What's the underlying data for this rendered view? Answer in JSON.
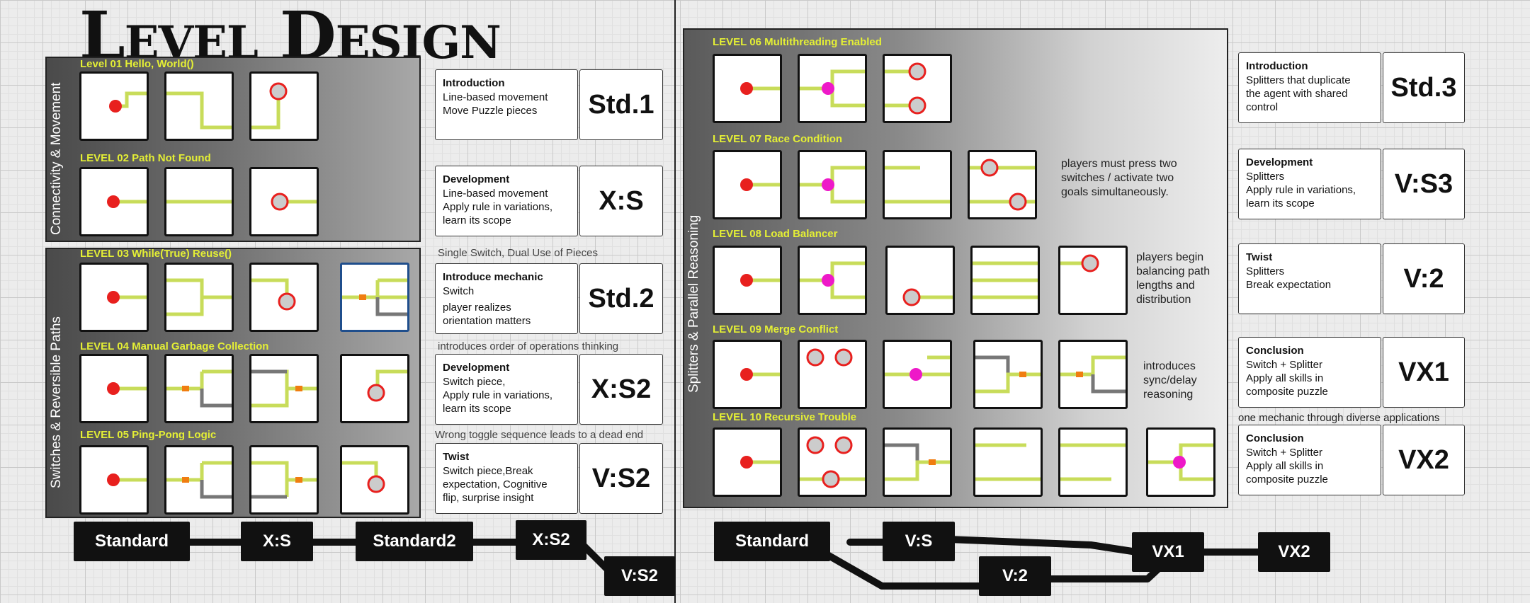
{
  "title": "Level Design",
  "left": {
    "group1": "Connectivity & Movement",
    "group2": "Switches & Reversible Paths",
    "levels": [
      "Level 01 Hello, World()",
      "LEVEL 02 Path Not Found",
      "LEVEL 03  While(True) Reuse()",
      "LEVEL 04 Manual Garbage  Collection",
      "LEVEL 05  Ping-Pong Logic"
    ],
    "notes": [
      "Single Switch, Dual Use of Pieces",
      "introduces order of operations thinking",
      "Wrong toggle sequence leads to a dead end"
    ],
    "desc": [
      {
        "h": "Introduction",
        "t": [
          "Line-based movement",
          "Move Puzzle pieces"
        ],
        "code": "Std.1"
      },
      {
        "h": "Development",
        "t": [
          "Line-based movement",
          "Apply rule in variations,",
          "learn its scope"
        ],
        "code": "X:S"
      },
      {
        "h": "Introduce mechanic",
        "t": [
          "Switch",
          "player realizes",
          "orientation matters"
        ],
        "code": "Std.2"
      },
      {
        "h": "Development",
        "t": [
          "Switch piece,",
          "Apply rule in variations,",
          "learn its scope"
        ],
        "code": "X:S2"
      },
      {
        "h": "Twist",
        "t": [
          "Switch piece,Break",
          "expectation, Cognitive",
          "flip, surprise insight"
        ],
        "code": "V:S2"
      }
    ],
    "flow": [
      "Standard",
      "X:S",
      "Standard2",
      "X:S2",
      "V:S2"
    ]
  },
  "right": {
    "group": "Splitters & Parallel Reasoning",
    "levels": [
      "LEVEL 06 Multithreading Enabled",
      "LEVEL 07  Race Condition",
      "LEVEL 08  Load Balancer",
      "LEVEL 09  Merge Conflict",
      "LEVEL 10  Recursive Trouble"
    ],
    "side": [
      "players must press two switches / activate two goals simultaneously.",
      "players begin balancing path lengths and distribution",
      "introduces sync/delay reasoning"
    ],
    "note": "one mechanic through diverse applications",
    "desc": [
      {
        "h": "Introduction",
        "t": [
          "Splitters that duplicate",
          "the agent with shared",
          "control"
        ],
        "code": "Std.3"
      },
      {
        "h": "Development",
        "t": [
          "Splitters",
          "Apply rule in variations,",
          "learn its scope"
        ],
        "code": "V:S3"
      },
      {
        "h": "Twist",
        "t": [
          "Splitters",
          "Break expectation"
        ],
        "code": "V:2"
      },
      {
        "h": "Conclusion",
        "t": [
          "Switch + Splitter",
          "Apply all skills in",
          "composite puzzle"
        ],
        "code": "VX1"
      },
      {
        "h": "Conclusion",
        "t": [
          "Switch + Splitter",
          "Apply all skills in",
          "composite puzzle"
        ],
        "code": "VX2"
      }
    ],
    "flow": [
      "Standard",
      "V:S",
      "V:2",
      "VX1",
      "VX2"
    ]
  },
  "colors": {
    "path": "#c8dc5a",
    "start": "#e8201e",
    "goal": "#e8201e",
    "agent": "#ee19c8",
    "switch": "#f07d10",
    "rail": "#777777",
    "label": "#e4ef35"
  }
}
